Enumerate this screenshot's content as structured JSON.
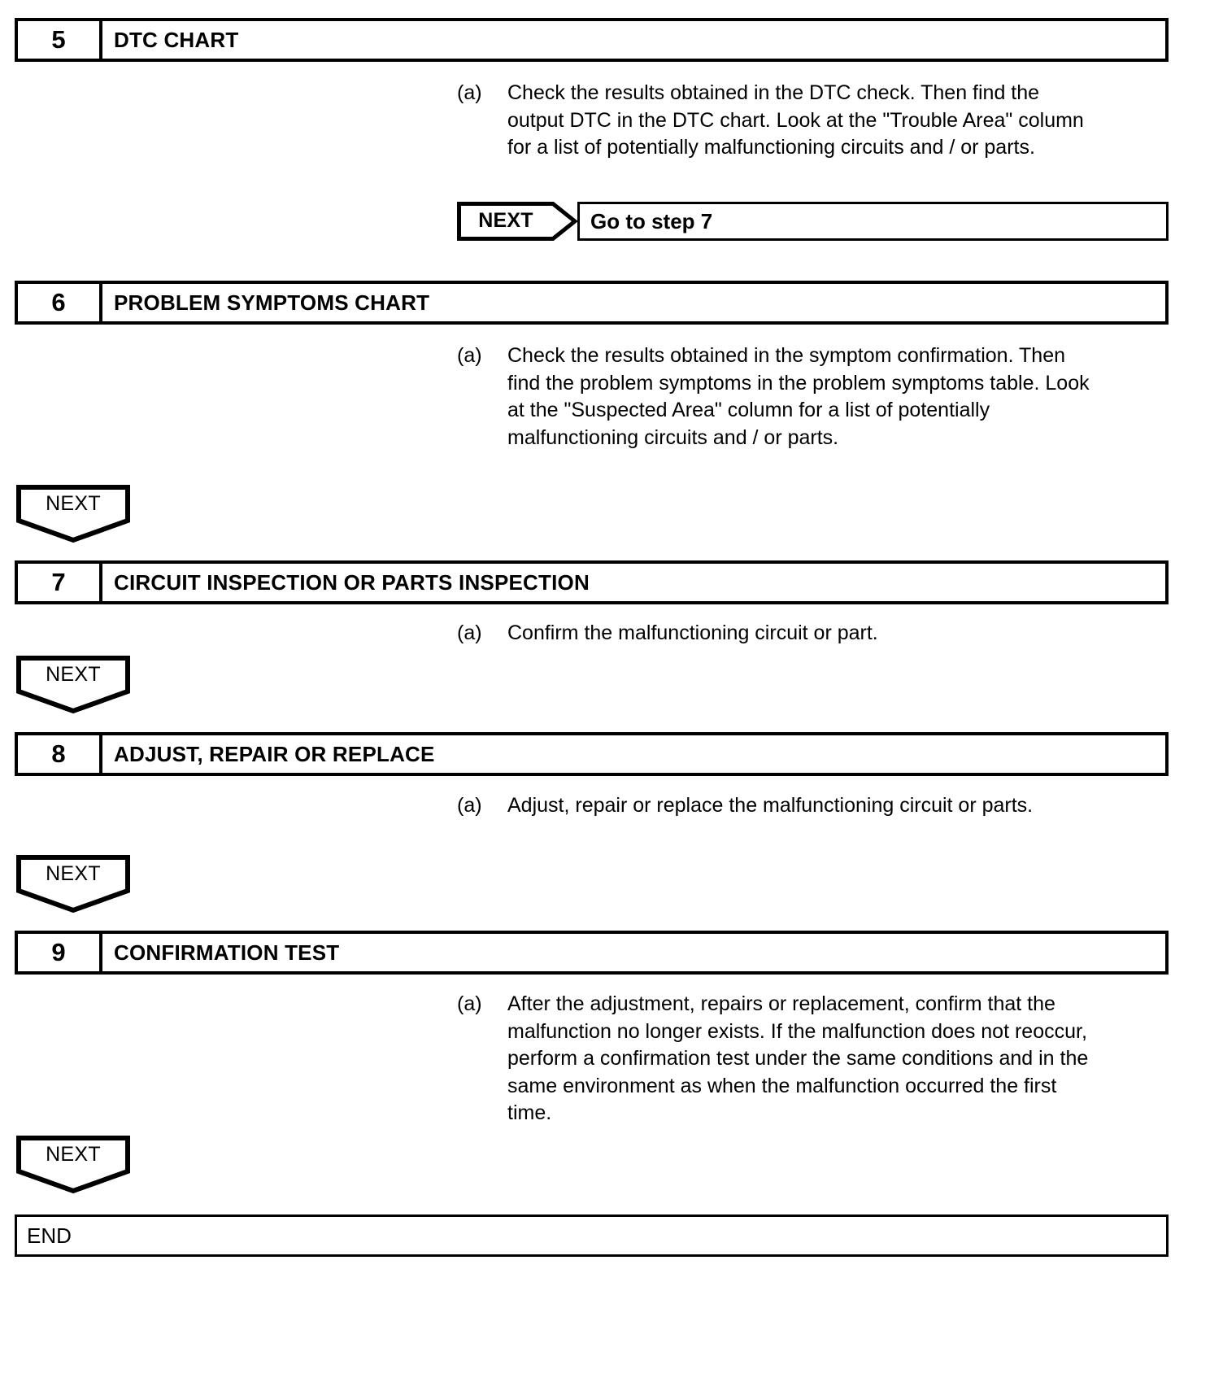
{
  "document": {
    "type": "troubleshooting-flowchart",
    "steps": [
      {
        "number": "5",
        "title": "DTC CHART",
        "marker": "(a)",
        "text": "Check the results obtained in the DTC check. Then find the output DTC in the DTC chart. Look at the \"Trouble Area\" column for a list of potentially malfunctioning circuits and / or parts."
      },
      {
        "number": "6",
        "title": "PROBLEM SYMPTOMS CHART",
        "marker": "(a)",
        "text": "Check the results obtained in the symptom confirmation. Then find the problem symptoms in the problem symptoms table. Look at the \"Suspected Area\" column for a list of potentially malfunctioning circuits and / or parts."
      },
      {
        "number": "7",
        "title": "CIRCUIT INSPECTION OR PARTS INSPECTION",
        "marker": "(a)",
        "text": "Confirm the malfunctioning circuit or part."
      },
      {
        "number": "8",
        "title": "ADJUST, REPAIR OR REPLACE",
        "marker": "(a)",
        "text": "Adjust, repair or replace the malfunctioning circuit or parts."
      },
      {
        "number": "9",
        "title": "CONFIRMATION TEST",
        "marker": "(a)",
        "text": "After the adjustment, repairs or replacement, confirm that the malfunction no longer exists. If the malfunction does not reoccur, perform a confirmation test under the same conditions and in the same environment as when the malfunction occurred the first time."
      }
    ],
    "connectors": {
      "next_label": "NEXT",
      "goto_step_7": "Go to step 7"
    },
    "end_label": "END"
  }
}
